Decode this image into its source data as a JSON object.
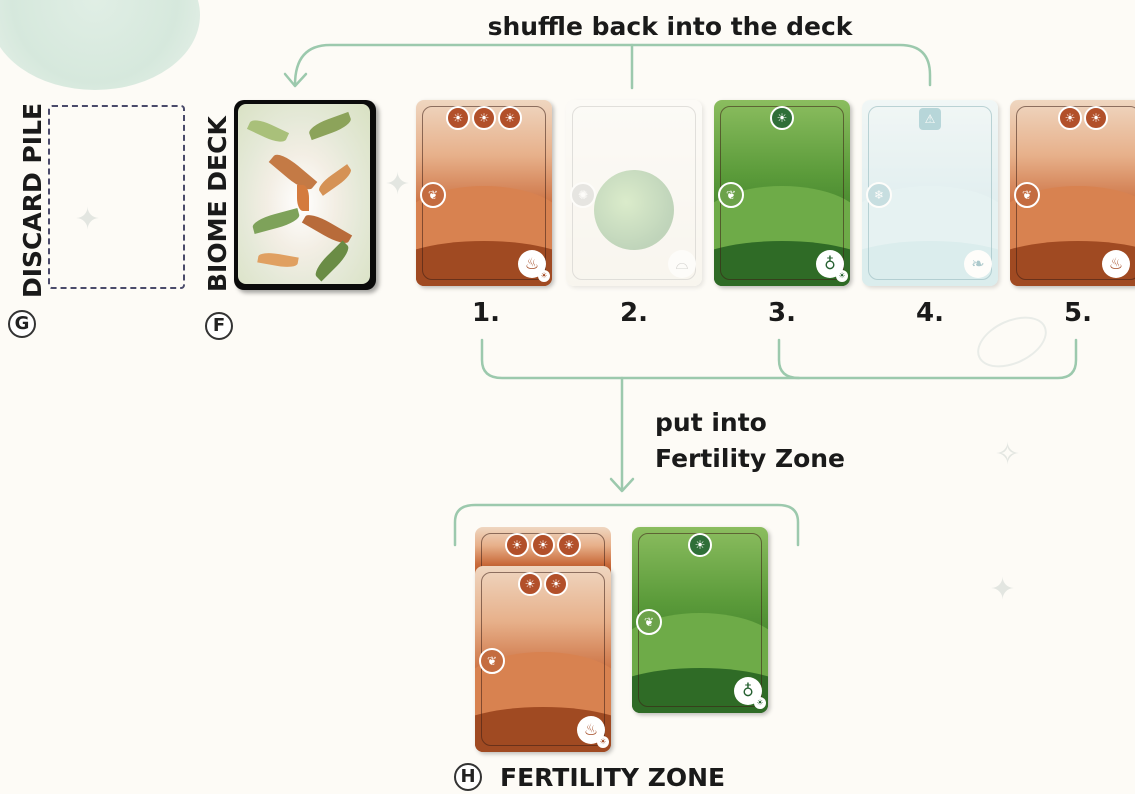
{
  "labels": {
    "shuffle": "shuffle back into the deck",
    "put_into_line1": "put into",
    "put_into_line2": "Fertility Zone",
    "discard_pile": "DISCARD PILE",
    "biome_deck": "BIOME DECK",
    "fertility_zone": "FERTILITY ZONE"
  },
  "markers": {
    "discard": "G",
    "deck": "F",
    "fertility": "H"
  },
  "row_numbers": [
    "1.",
    "2.",
    "3.",
    "4.",
    "5."
  ],
  "cards": [
    {
      "position": "1",
      "biome": "autumn",
      "suns": 3,
      "state": "kept"
    },
    {
      "position": "2",
      "biome": "planet",
      "suns": 0,
      "state": "shuffled"
    },
    {
      "position": "3",
      "biome": "forest",
      "suns": 1,
      "state": "kept"
    },
    {
      "position": "4",
      "biome": "ice",
      "suns": 0,
      "state": "shuffled"
    },
    {
      "position": "5",
      "biome": "autumn",
      "suns": 2,
      "state": "kept"
    }
  ],
  "fertility_zone_cards": [
    {
      "biome": "autumn",
      "suns": 3
    },
    {
      "biome": "autumn",
      "suns": 2
    },
    {
      "biome": "forest",
      "suns": 1
    }
  ],
  "icons": {
    "sun": "sun-icon",
    "leaf": "leaf-icon",
    "warning": "warning-icon",
    "water": "water-icon"
  },
  "colors": {
    "connector": "#9cc9ad",
    "dashed": "#4a4a6a",
    "text": "#1a1a1a"
  }
}
